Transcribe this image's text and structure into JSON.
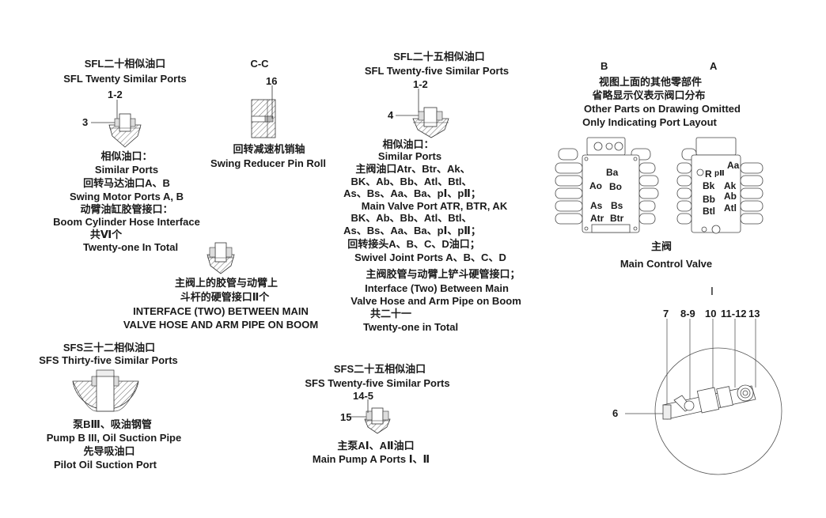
{
  "sfl20": {
    "title_cn": "SFL二十相似油口",
    "title_en": "SFL Twenty Similar Ports",
    "callout_top": "1-2",
    "callout_side": "3",
    "lines": [
      "相似油口：",
      "Similar Ports",
      "回转马达油口A、B",
      "Swing Motor Ports A, B",
      "动臂油缸胶管接口：",
      "Boom Cylinder Hose Interface",
      "共Ⅵ个",
      "Twenty-one In Total"
    ]
  },
  "cc": {
    "title": "C-C",
    "callout": "16",
    "caption_cn": "回转减速机销轴",
    "caption_en": "Swing Reducer Pin Roll"
  },
  "interface_two": {
    "cn_line1": "主阀上的胶管与动臂上",
    "cn_line2": "斗杆的硬管接口Ⅱ个",
    "en_line1": "INTERFACE (TWO) BETWEEN MAIN",
    "en_line2": "VALVE HOSE AND ARM PIPE ON BOOM"
  },
  "sfl25": {
    "title_cn": "SFL二十五相似油口",
    "title_en": "SFL Twenty-five Similar Ports",
    "callout_top": "1-2",
    "callout_side": "4",
    "lines": [
      "相似油口：",
      "Similar Ports",
      "主阀油口Atr、Btr、Ak、",
      "BK、Ab、Bb、Atl、Btl、",
      "As、Bs、Aa、Ba、pⅠ、pⅡ；",
      "Main Valve Port ATR, BTR, AK",
      "BK、Ab、Bb、Atl、Btl、",
      "As、Bs、Aa、Ba、pⅠ、pⅡ；",
      "回转接头A、B、C、D油口；",
      "Swivel Joint Ports A、B、C、D",
      "主阀胶管与动臂上铲斗硬管接口；",
      "Interface (Two) Between Main",
      "Valve Hose and Arm Pipe on Boom",
      "共二十一",
      "Twenty-one in Total"
    ]
  },
  "sfs35": {
    "title_cn": "SFS三十二相似油口",
    "title_en": "SFS Thirty-five Similar Ports",
    "lines": [
      "泵BⅢ、吸油钢管",
      "Pump B III, Oil Suction Pipe",
      "先导吸油口",
      "Pilot Oil Suction Port"
    ]
  },
  "sfs25": {
    "title_cn": "SFS二十五相似油口",
    "title_en": "SFS Twenty-five Similar Ports",
    "callout_top": "14-5",
    "callout_side": "15",
    "caption_cn": "主泵AⅠ、AⅡ油口",
    "caption_en": "Main Pump A Ports Ⅰ、Ⅱ"
  },
  "main_valve": {
    "view_b": "B",
    "view_a": "A",
    "note_cn_1": "视图上面的其他零部件",
    "note_cn_2": "省略显示仪表示阀口分布",
    "note_en_1": "Other Parts on Drawing Omitted",
    "note_en_2": "Only Indicating Port Layout",
    "ports_b": [
      "Ba",
      "Ao",
      "Bo",
      "As",
      "Bs",
      "Atr",
      "Btr"
    ],
    "ports_a": [
      "Aa",
      "R",
      "pⅡ",
      "Bk",
      "Ak",
      "Bb",
      "Ab",
      "Btl",
      "Atl"
    ],
    "caption_cn": "主阀",
    "caption_en": "Main Control Valve"
  },
  "detail_i": {
    "title": "Ⅰ",
    "callouts": [
      "7",
      "8-9",
      "10",
      "11-12",
      "13",
      "6"
    ]
  }
}
